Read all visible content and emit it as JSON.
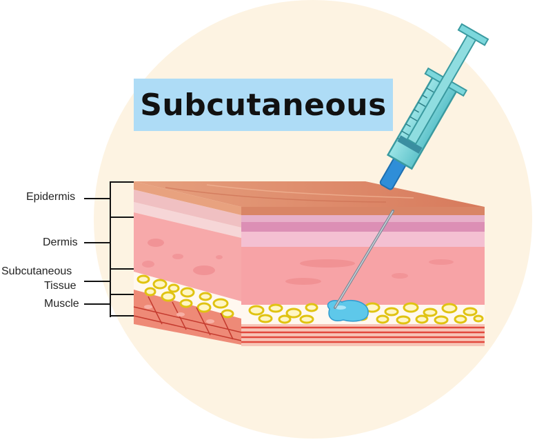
{
  "title": "Subcutaneous",
  "labels": {
    "epidermis": "Epidermis",
    "dermis": "Dermis",
    "subcutaneous_line1": "Subcutaneous",
    "subcutaneous_line2": "Tissue",
    "muscle": "Muscle"
  },
  "colors": {
    "background_circle": "#fdf3e2",
    "title_box": "#aedcf6",
    "skin_top": "#e08d6c",
    "dermis": "#f5a3a6",
    "fat_cells": "#f2e027",
    "muscle": "#e8574a",
    "injection_fluid": "#5ec8ea",
    "syringe_barrel": "#7cd7dc",
    "needle_hub": "#2f8ed8"
  }
}
